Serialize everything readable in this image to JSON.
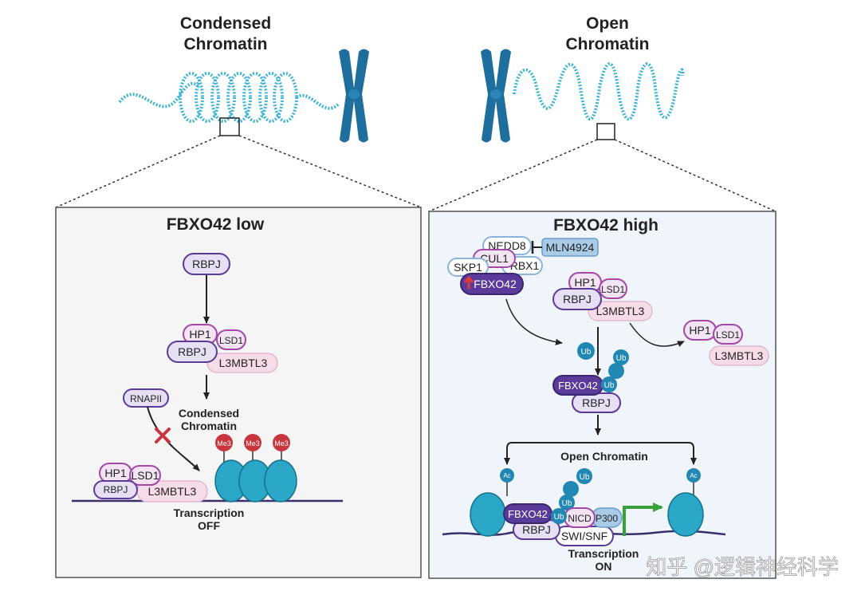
{
  "top": {
    "condensed_title": [
      "Condensed",
      "Chromatin"
    ],
    "open_title": [
      "Open",
      "Chromatin"
    ]
  },
  "left_panel": {
    "title": "FBXO42 low",
    "rbpj": "RBPJ",
    "hp1": "HP1",
    "lsd1": "LSD1",
    "l3mbtl3": "L3MBTL3",
    "condensed_label": [
      "Condensed",
      "Chromatin"
    ],
    "rnapii": "RNAPII",
    "me3": "Me3",
    "transcription_label": [
      "Transcription",
      "OFF"
    ]
  },
  "right_panel": {
    "title": "FBXO42 high",
    "nedd8": "NEDD8",
    "mln4924": "MLN4924",
    "cul1": "CUL1",
    "skp1": "SKP1",
    "rbx1": "RBX1",
    "fbxo42": "FBXO42",
    "hp1": "HP1",
    "lsd1": "LSD1",
    "rbpj": "RBPJ",
    "l3mbtl3": "L3MBTL3",
    "ub": "Ub",
    "ac": "Ac",
    "open_label": "Open Chromatin",
    "nicd": "NICD",
    "p300": "P300",
    "swisnf": "SWI/SNF",
    "transcription_label": [
      "Transcription",
      "ON"
    ]
  },
  "watermark": "知乎 @逻辑神经科学",
  "colors": {
    "dna": "#3fb3d3",
    "chromosome": "#1f6f9e",
    "nucleosome": "#2aa7c6",
    "methyl": "#c8353c",
    "ub": "#2187b3",
    "purple": "#5b3b9a",
    "lavender": "#e7e0f5",
    "pink": "#f6dbe8",
    "mln": "#a9cbe8",
    "left_bg": "#f5f5f5",
    "right_bg": "#eff5fb"
  }
}
